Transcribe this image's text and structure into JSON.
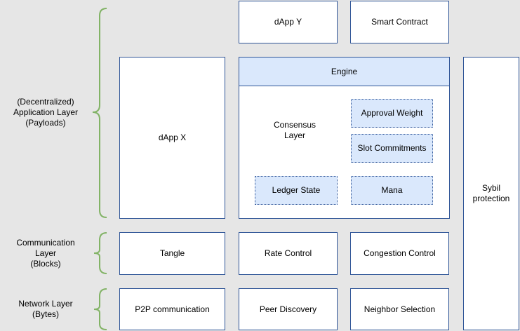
{
  "layers": {
    "application": [
      "(Decentralized)",
      "Application Layer",
      "(Payloads)"
    ],
    "communication": [
      "Communication",
      "Layer",
      "(Blocks)"
    ],
    "network": [
      "Network Layer",
      "(Bytes)"
    ]
  },
  "boxes": {
    "dapp_y": "dApp Y",
    "smart_contract": "Smart Contract",
    "dapp_x": "dApp X",
    "engine": "Engine",
    "consensus_layer": [
      "Consensus",
      "Layer"
    ],
    "approval_weight": "Approval Weight",
    "slot_commitments": "Slot Commitments",
    "ledger_state": "Ledger State",
    "mana": "Mana",
    "sybil_protection": [
      "Sybil",
      "protection"
    ],
    "tangle": "Tangle",
    "rate_control": "Rate Control",
    "congestion_control": "Congestion Control",
    "p2p_communication": "P2P communication",
    "peer_discovery": "Peer Discovery",
    "neighbor_selection": "Neighbor Selection"
  },
  "colors": {
    "background": "#e6e6e6",
    "box_border": "#2f5597",
    "box_fill": "#ffffff",
    "highlight_fill": "#dae8fc",
    "bracket": "#82b366"
  }
}
